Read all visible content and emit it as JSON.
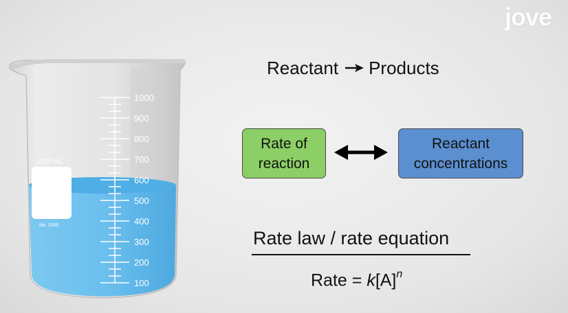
{
  "logo": {
    "text": "jove"
  },
  "beaker": {
    "label_top": "1000 mL",
    "label_bottom": "No. 1000",
    "scale": [
      "1000",
      "900",
      "800",
      "700",
      "600",
      "500",
      "400",
      "300",
      "200",
      "100"
    ],
    "liquid_color": "#5bb6ea"
  },
  "equation": {
    "reactant": "Reactant",
    "product": "Products"
  },
  "boxes": {
    "rate": {
      "line1": "Rate of",
      "line2": "reaction",
      "color": "#8ccf66"
    },
    "concentration": {
      "line1": "Reactant",
      "line2": "concentrations",
      "color": "#5b8fd0"
    }
  },
  "rate_law": {
    "title": "Rate law / rate equation",
    "formula_prefix": "Rate = ",
    "formula_k": "k",
    "formula_conc": "[A]",
    "formula_exp": "n"
  }
}
